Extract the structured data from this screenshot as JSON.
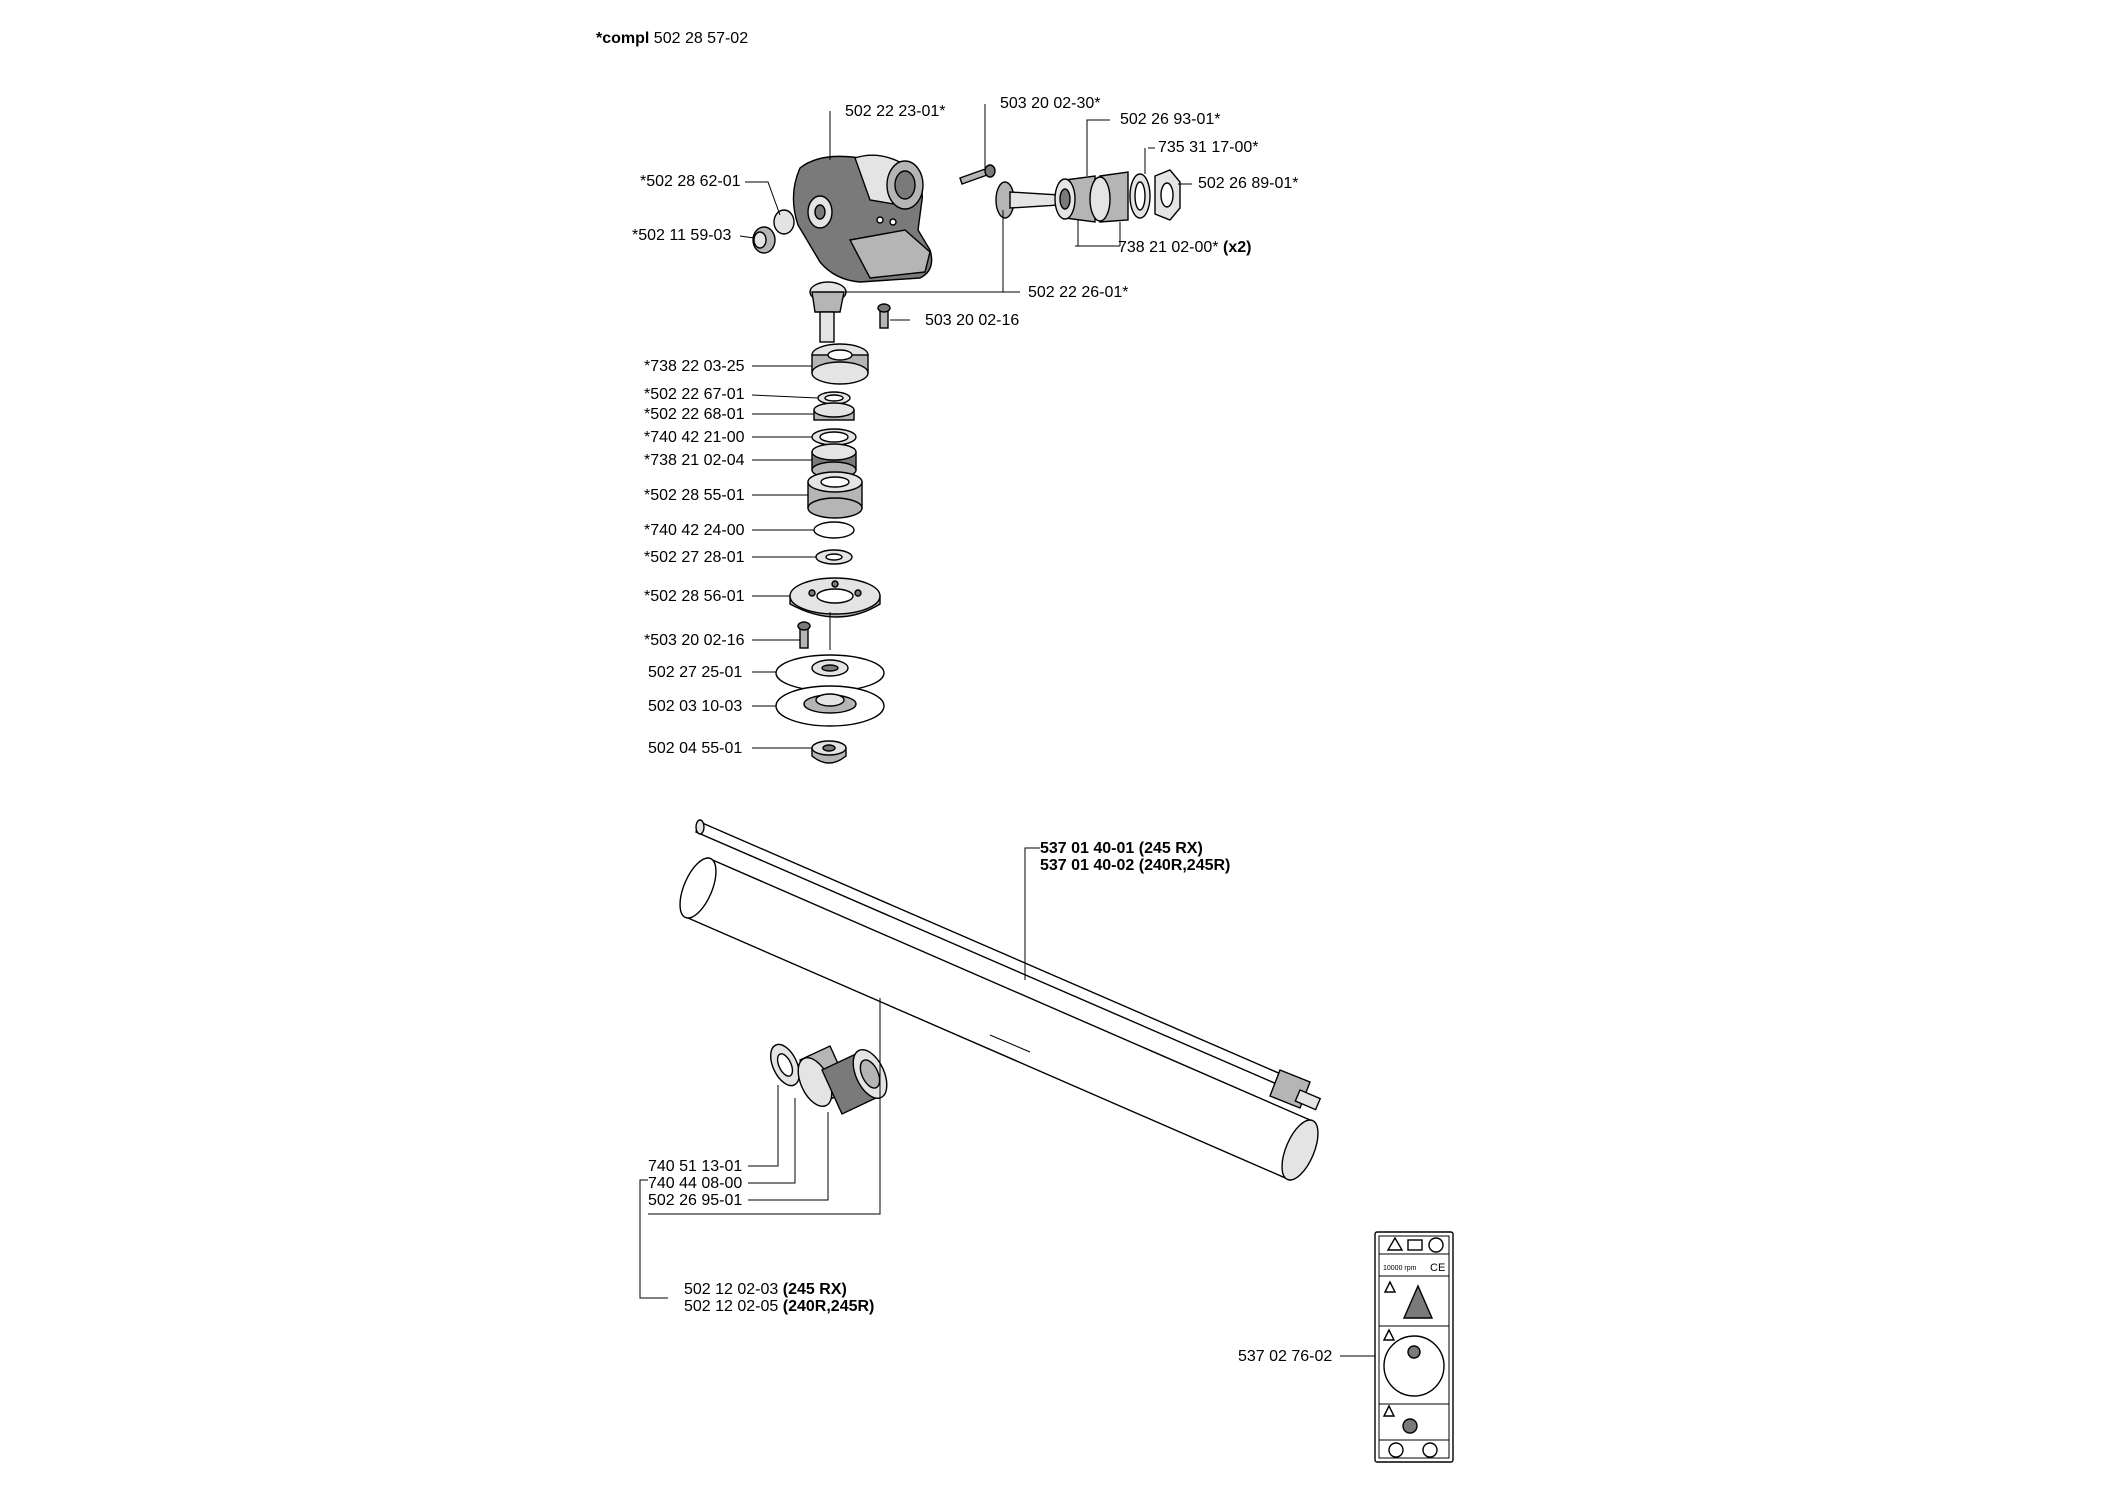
{
  "header": {
    "prefix": "*compl",
    "number": "502 28 57-02"
  },
  "gear_housing_labels": [
    "502 22 23-01*",
    "503 20 02-30*",
    "502 26 93-01*",
    "735 31 17-00*",
    "502 26 89-01*",
    "*502 28 62-01",
    "*502 11 59-03",
    "502 22 26-01*",
    "503 20 02-16"
  ],
  "bearing_label": {
    "number": "738 21 02-00*",
    "qty": "(x2)"
  },
  "stack_labels": [
    "*738 22 03-25",
    "*502 22 67-01",
    "*502 22 68-01",
    "*740 42 21-00",
    "*738 21 02-04",
    "*502 28 55-01",
    "*740 42 24-00",
    "*502 27 28-01",
    "*502 28 56-01",
    "*503 20 02-16",
    "502 27 25-01",
    "502 03 10-03",
    "502 04 55-01"
  ],
  "shaft_labels": [
    {
      "number": "537 01 40-01",
      "variant": "(245 RX)"
    },
    {
      "number": "537 01 40-02",
      "variant": "(240R,245R)"
    }
  ],
  "bearing_kit_labels": [
    "740 51 13-01",
    "740 44 08-00",
    "502 26 95-01"
  ],
  "tube_labels": [
    {
      "number": "502 12 02-03",
      "variant": "(245 RX)"
    },
    {
      "number": "502 12 02-05",
      "variant": "(240R,245R)"
    }
  ],
  "decal_label": "537 02 76-02",
  "decal_texts": {
    "rpm": "10000 rpm",
    "ce": "CE"
  }
}
